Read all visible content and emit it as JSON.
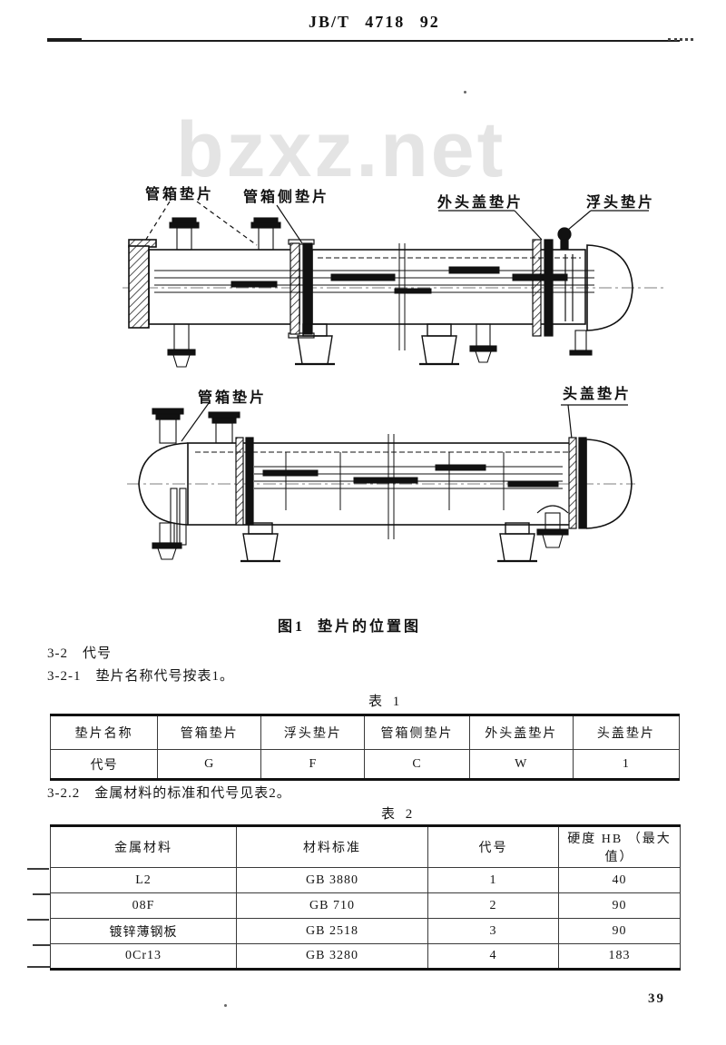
{
  "page": {
    "doc_number": "JB/T 4718  92",
    "watermark": "bzxz.net",
    "page_number": "39"
  },
  "figure": {
    "caption": "图1  垫片的位置图",
    "d1_labels": {
      "channel_gasket": "管箱垫片",
      "channel_side_gasket": "管箱侧垫片",
      "outer_head_cover_gasket": "外头盖垫片",
      "floating_head_gasket": "浮头垫片"
    },
    "d2_labels": {
      "channel_gasket": "管箱垫片",
      "head_cover_gasket": "头盖垫片"
    }
  },
  "sections": {
    "s32": {
      "number": "3-2",
      "text": "代号"
    },
    "s321": {
      "number": "3-2-1",
      "text": "垫片名称代号按表1。"
    },
    "s322": {
      "number": "3-2.2",
      "text": "金属材料的标准和代号见表2。"
    }
  },
  "table1": {
    "title": "表 1",
    "headers": [
      "垫片名称",
      "管箱垫片",
      "浮头垫片",
      "管箱侧垫片",
      "外头盖垫片",
      "头盖垫片"
    ],
    "rows": [
      [
        "代号",
        "G",
        "F",
        "C",
        "W",
        "1"
      ]
    ]
  },
  "table2": {
    "title": "表 2",
    "headers": [
      "金属材料",
      "材料标准",
      "代号",
      "硬度  HB （最大值）"
    ],
    "rows": [
      [
        "L2",
        "GB 3880",
        "1",
        "40"
      ],
      [
        "08F",
        "GB 710",
        "2",
        "90"
      ],
      [
        "镀锌薄钢板",
        "GB 2518",
        "3",
        "90"
      ],
      [
        "0Cr13",
        "GB 3280",
        "4",
        "183"
      ]
    ]
  }
}
